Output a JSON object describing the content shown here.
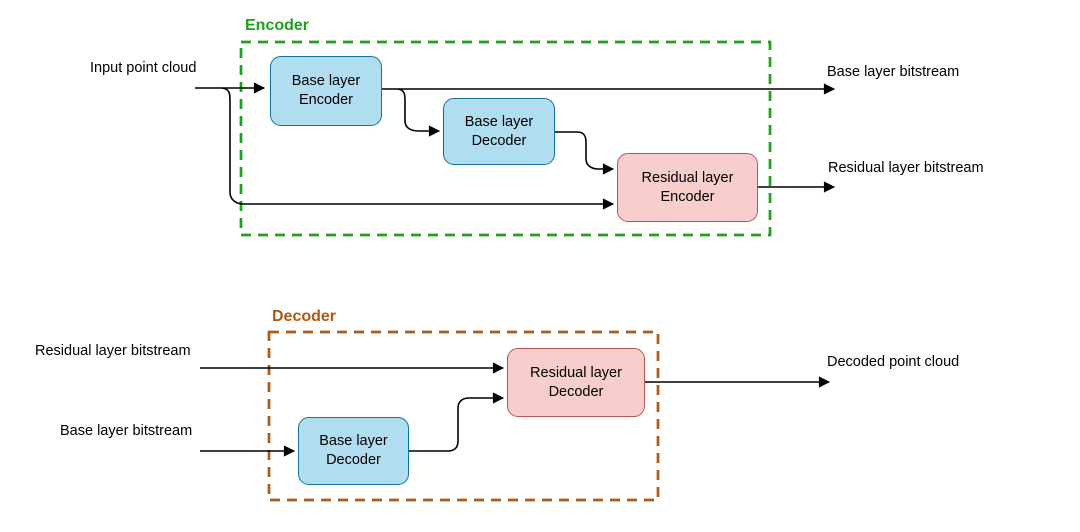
{
  "colors": {
    "encoder_accent": "#1FA01F",
    "decoder_accent": "#AE5A16",
    "blue_fill": "#B1DDF0",
    "blue_stroke": "#10739E",
    "pink_fill": "#F8CECC",
    "pink_stroke": "#B85450",
    "line": "#000000"
  },
  "encoder_section": {
    "label": "Encoder",
    "input_label": "Input point cloud",
    "output_base_label": "Base layer bitstream",
    "output_residual_label": "Residual layer bitstream",
    "nodes": {
      "base_encoder": "Base layer\nEncoder",
      "base_decoder": "Base layer\nDecoder",
      "residual_encoder": "Residual layer\nEncoder"
    }
  },
  "decoder_section": {
    "label": "Decoder",
    "input_residual_label": "Residual layer bitstream",
    "input_base_label": "Base layer bitstream",
    "output_label": "Decoded point cloud",
    "nodes": {
      "base_decoder": "Base layer\nDecoder",
      "residual_decoder": "Residual layer\nDecoder"
    }
  }
}
